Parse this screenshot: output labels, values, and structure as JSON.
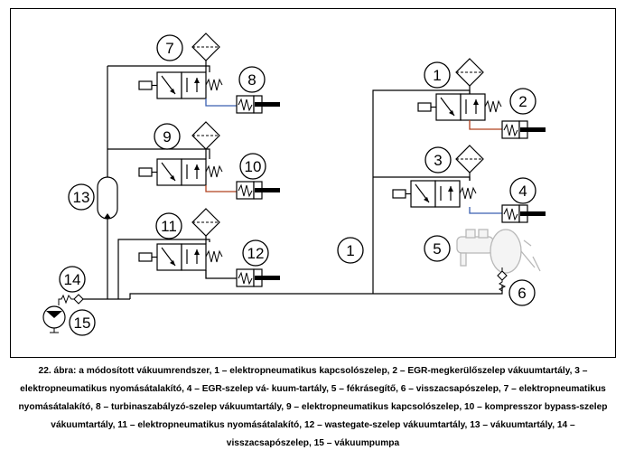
{
  "labels": {
    "n1": "1",
    "n1b": "1",
    "n2": "2",
    "n3": "3",
    "n4": "4",
    "n5": "5",
    "n6": "6",
    "n7": "7",
    "n8": "8",
    "n9": "9",
    "n10": "10",
    "n11": "11",
    "n12": "12",
    "n13": "13",
    "n14": "14",
    "n15": "15"
  },
  "caption": "22. ábra: a módosított vákuumrendszer, 1 – elektropneumatikus kapcsolószelep, 2 – EGR-megkerülőszelep vákuumtartály, 3 – elektropneumatikus nyomásátalakító, 4 – EGR-szelep vá- kuum-tartály, 5 – fékrásegítő, 6 – visszacsapószelep, 7 – elektropneumatikus nyomásátalakító, 8 – turbinaszabályzó-szelep vákuumtartály, 9 – elektropneumatikus kapcsolószelep, 10 – kompresszor bypass-szelep vákuumtartály, 11 – elektropneumatikus nyomásátalakító, 12 – wastegate-szelep vákuumtartály, 13 – vákuumtartály, 14 – visszacsapószelep, 15 – vákuumpumpa",
  "colors": {
    "blue_line": "#3a5fb0",
    "red_line": "#b0401e",
    "ink": "#000000"
  }
}
